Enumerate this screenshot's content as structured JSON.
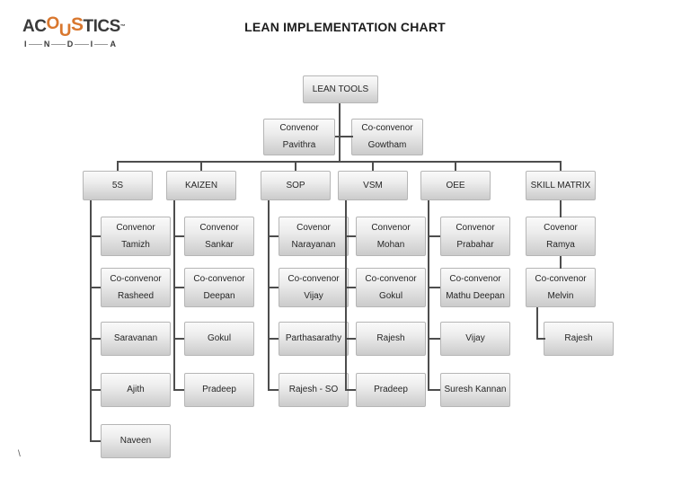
{
  "title": "LEAN IMPLEMENTATION CHART",
  "stray_mark": "\\",
  "colors": {
    "accent_orange": "#d9772e",
    "connector_gray": "#4d4d4d",
    "brand_dark": "#3a3a3a"
  },
  "logo": {
    "part1": "AC",
    "part2": "O",
    "part3": "U",
    "part4": "S",
    "part5": "TICS",
    "tm": "™",
    "country": "INDIA"
  },
  "root": {
    "label": "LEAN TOOLS"
  },
  "leads": [
    {
      "role": "Convenor",
      "name": "Pavithra"
    },
    {
      "role": "Co-convenor",
      "name": "Gowtham"
    }
  ],
  "branches": [
    {
      "label": "5S",
      "members": [
        {
          "role": "Convenor",
          "name": "Tamizh"
        },
        {
          "role": "Co-convenor",
          "name": "Rasheed"
        },
        {
          "name": "Saravanan"
        },
        {
          "name": "Ajith"
        },
        {
          "name": "Naveen"
        }
      ]
    },
    {
      "label": "KAIZEN",
      "members": [
        {
          "role": "Convenor",
          "name": "Sankar"
        },
        {
          "role": "Co-convenor",
          "name": "Deepan"
        },
        {
          "name": "Gokul"
        },
        {
          "name": "Pradeep"
        }
      ]
    },
    {
      "label": "SOP",
      "members": [
        {
          "role": "Covenor",
          "name": "Narayanan"
        },
        {
          "role": "Co-convenor",
          "name": "Vijay"
        },
        {
          "name": "Parthasarathy"
        },
        {
          "name": "Rajesh - SO"
        }
      ]
    },
    {
      "label": "VSM",
      "members": [
        {
          "role": "Convenor",
          "name": "Mohan"
        },
        {
          "role": "Co-convenor",
          "name": "Gokul"
        },
        {
          "name": "Rajesh"
        },
        {
          "name": "Pradeep"
        }
      ]
    },
    {
      "label": "OEE",
      "members": [
        {
          "role": "Convenor",
          "name": "Prabahar"
        },
        {
          "role": "Co-convenor",
          "name": "Mathu Deepan"
        },
        {
          "name": "Vijay"
        },
        {
          "name": "Suresh Kannan"
        }
      ]
    },
    {
      "label": "SKILL MATRIX",
      "members": [
        {
          "role": "Covenor",
          "name": "Ramya"
        },
        {
          "role": "Co-convenor",
          "name": "Melvin"
        },
        {
          "name": "Rajesh"
        }
      ]
    }
  ]
}
